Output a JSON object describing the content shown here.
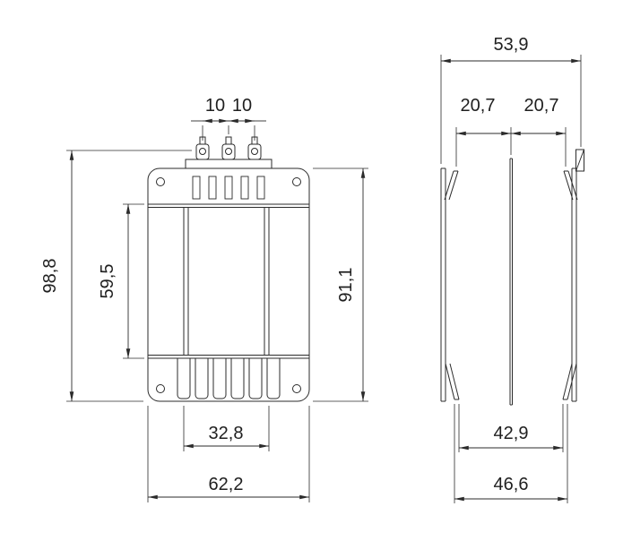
{
  "drawing": {
    "kind": "technical-drawing",
    "colors": {
      "line": "#2b2b2b",
      "background": "#ffffff",
      "text": "#1f1f1f"
    }
  },
  "views": {
    "front": {
      "label": "front-view",
      "dims": {
        "pin_pitch_left": "10",
        "pin_pitch_right": "10",
        "overall_height": "98,8",
        "window_height": "59,5",
        "body_height": "91,1",
        "window_width": "32,8",
        "overall_width": "62,2"
      }
    },
    "side": {
      "label": "side-view",
      "dims": {
        "overall_depth": "53,9",
        "half_depth_left": "20,7",
        "half_depth_right": "20,7",
        "tab_inner_span": "42,9",
        "tab_outer_span": "46,6"
      }
    }
  }
}
